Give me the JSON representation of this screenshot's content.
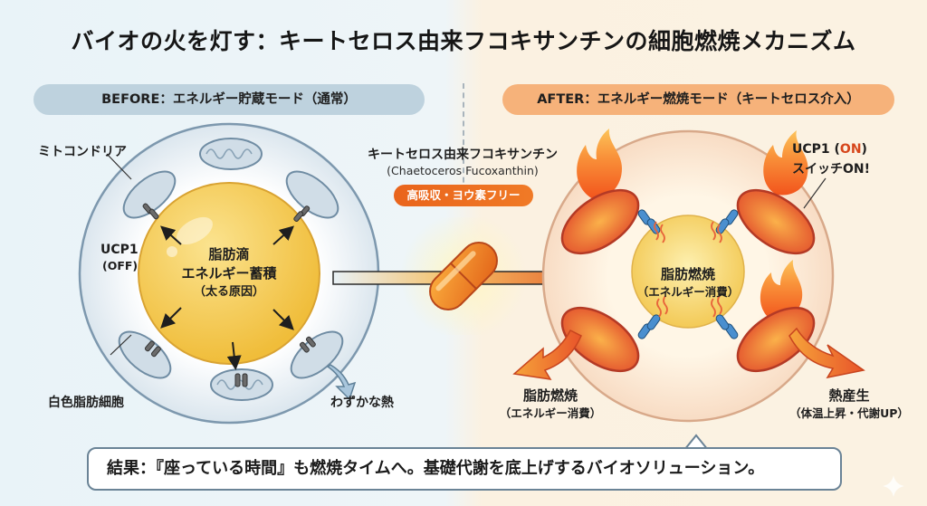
{
  "title": "バイオの火を灯す：キートセロス由来フコキサンチンの細胞燃焼メカニズム",
  "before": {
    "header": "BEFORE：エネルギー貯蔵モード（通常）",
    "mitochondria_label": "ミトコンドリア",
    "ucp1_label": "UCP1",
    "ucp1_state": "(OFF)",
    "center_line1": "脂肪滴",
    "center_line2": "エネルギー蓄積",
    "center_line3": "（太る原因）",
    "cell_label": "白色脂肪細胞",
    "heat_label": "わずかな熱"
  },
  "product": {
    "name": "キートセロス由来フコキサンチン",
    "latin": "(Chaetoceros Fucoxanthin)",
    "badge": "高吸収・ヨウ素フリー"
  },
  "after": {
    "header": "AFTER：エネルギー燃焼モード（キートセロス介入）",
    "ucp1_label": "UCP1 (",
    "ucp1_on": "ON",
    "ucp1_close": ")",
    "switch_label": "スイッチON!",
    "center_line1": "脂肪燃焼",
    "center_line2": "（エネルギー消費）",
    "left_out_line1": "脂肪燃焼",
    "left_out_line2": "（エネルギー消費）",
    "right_out_line1": "熱産生",
    "right_out_line2": "（体温上昇・代謝UP）"
  },
  "result": "結果：『座っている時間』も燃焼タイムへ。基礎代謝を底上げするバイオソリューション。",
  "colors": {
    "before_pill": "#bed2de",
    "after_pill": "#f6b27a",
    "badge": "#ec6c20",
    "fat_yellow": "#f6c94a",
    "mito_before": "#c9d8e3",
    "mito_after": "#e2542e",
    "ucp_on": "#d6461b"
  }
}
